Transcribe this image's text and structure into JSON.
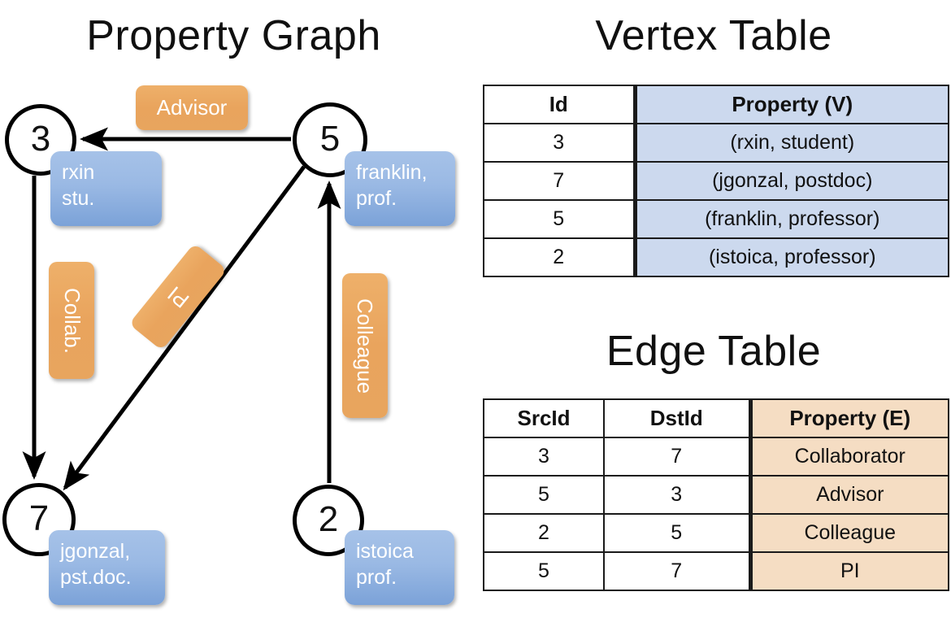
{
  "titles": {
    "property_graph": "Property Graph",
    "vertex_table": "Vertex Table",
    "edge_table": "Edge Table"
  },
  "colors": {
    "vertex_property_fill": "#ccd9ee",
    "edge_property_fill": "#f5ddc3",
    "node_property_box": "#9ab9e4",
    "edge_label_box": "#e9a45d",
    "stroke": "#1a1a1a"
  },
  "graph": {
    "nodes": [
      {
        "id": "3",
        "property_lines": "rxin\nstu."
      },
      {
        "id": "5",
        "property_lines": "franklin,\nprof."
      },
      {
        "id": "7",
        "property_lines": "jgonzal,\npst.doc."
      },
      {
        "id": "2",
        "property_lines": "istoica\nprof."
      }
    ],
    "edge_labels": [
      {
        "name": "advisor",
        "text": "Advisor"
      },
      {
        "name": "collab",
        "text": "Collab."
      },
      {
        "name": "pi",
        "text": "PI"
      },
      {
        "name": "colleague",
        "text": "Colleague"
      }
    ]
  },
  "vertex_table": {
    "headers": [
      "Id",
      "Property (V)"
    ],
    "rows": [
      [
        "3",
        "(rxin, student)"
      ],
      [
        "7",
        "(jgonzal, postdoc)"
      ],
      [
        "5",
        "(franklin, professor)"
      ],
      [
        "2",
        "(istoica, professor)"
      ]
    ]
  },
  "edge_table": {
    "headers": [
      "SrcId",
      "DstId",
      "Property (E)"
    ],
    "rows": [
      [
        "3",
        "7",
        "Collaborator"
      ],
      [
        "5",
        "3",
        "Advisor"
      ],
      [
        "2",
        "5",
        "Colleague"
      ],
      [
        "5",
        "7",
        "PI"
      ]
    ]
  }
}
